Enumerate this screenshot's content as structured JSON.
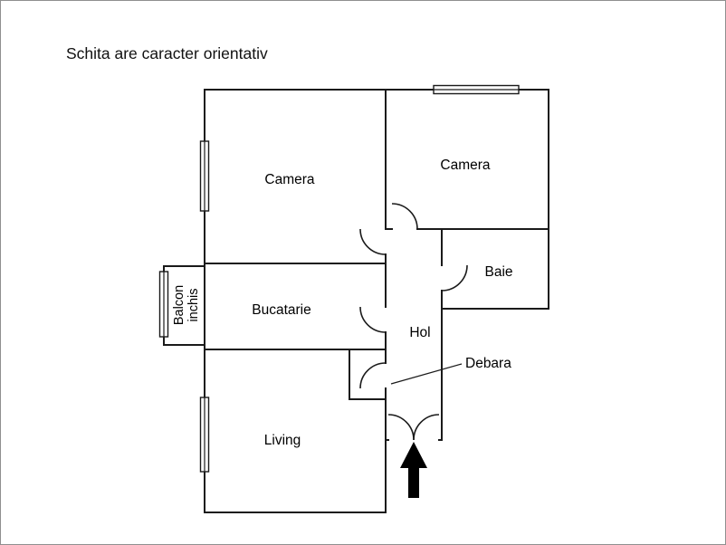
{
  "title": "Schita are caracter orientativ",
  "colors": {
    "line": "#1a1a1a",
    "text": "#000000",
    "arrow": "#000000"
  },
  "rooms": {
    "camera_left": "Camera",
    "camera_right": "Camera",
    "baie": "Baie",
    "bucatarie": "Bucatarie",
    "hol": "Hol",
    "debara": "Debara",
    "living": "Living",
    "balcon_line1": "Balcon",
    "balcon_line2": "inchis"
  }
}
